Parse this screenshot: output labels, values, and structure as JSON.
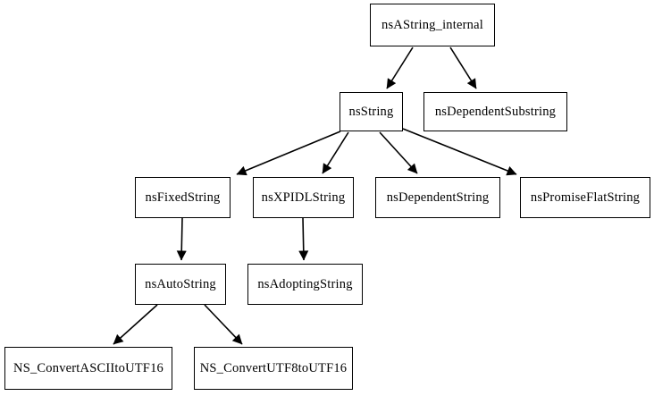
{
  "diagram": {
    "type": "inheritance-tree",
    "background_color": "#ffffff",
    "node_fill_color": "#ffffff",
    "node_border_color": "#000000",
    "edge_color": "#000000",
    "text_color": "#000000",
    "nodes": [
      {
        "id": "nsAString_internal",
        "label": "nsAString_internal"
      },
      {
        "id": "nsString",
        "label": "nsString"
      },
      {
        "id": "nsDependentSubstring",
        "label": "nsDependentSubstring"
      },
      {
        "id": "nsFixedString",
        "label": "nsFixedString"
      },
      {
        "id": "nsXPIDLString",
        "label": "nsXPIDLString"
      },
      {
        "id": "nsDependentString",
        "label": "nsDependentString"
      },
      {
        "id": "nsPromiseFlatString",
        "label": "nsPromiseFlatString"
      },
      {
        "id": "nsAutoString",
        "label": "nsAutoString"
      },
      {
        "id": "nsAdoptingString",
        "label": "nsAdoptingString"
      },
      {
        "id": "NS_ConvertASCIItoUTF16",
        "label": "NS_ConvertASCIItoUTF16"
      },
      {
        "id": "NS_ConvertUTF8toUTF16",
        "label": "NS_ConvertUTF8toUTF16"
      }
    ],
    "edges": [
      {
        "from": "nsAString_internal",
        "to": "nsString"
      },
      {
        "from": "nsAString_internal",
        "to": "nsDependentSubstring"
      },
      {
        "from": "nsString",
        "to": "nsFixedString"
      },
      {
        "from": "nsString",
        "to": "nsXPIDLString"
      },
      {
        "from": "nsString",
        "to": "nsDependentString"
      },
      {
        "from": "nsString",
        "to": "nsPromiseFlatString"
      },
      {
        "from": "nsFixedString",
        "to": "nsAutoString"
      },
      {
        "from": "nsXPIDLString",
        "to": "nsAdoptingString"
      },
      {
        "from": "nsAutoString",
        "to": "NS_ConvertASCIItoUTF16"
      },
      {
        "from": "nsAutoString",
        "to": "NS_ConvertUTF8toUTF16"
      }
    ]
  }
}
